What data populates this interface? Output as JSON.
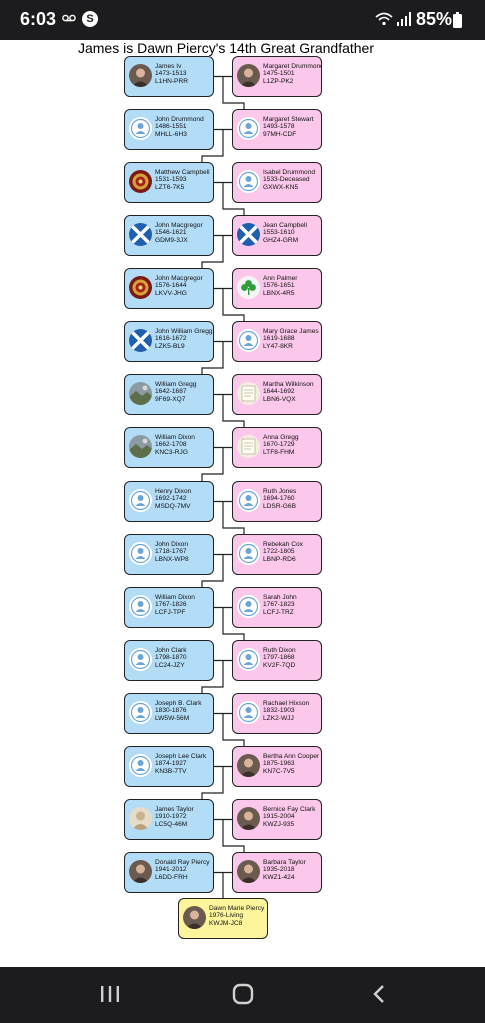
{
  "status_bar": {
    "time": "6:03",
    "battery": "85%",
    "icons": [
      "voicemail-icon",
      "app-s-icon",
      "wifi-icon",
      "signal-icon",
      "battery-icon"
    ]
  },
  "title": "James is Dawn Piercy's 14th Great Grandfather",
  "colors": {
    "male": "#b3dcf7",
    "female": "#fbc7ea",
    "self": "#fdf59b"
  },
  "generations": [
    {
      "male": {
        "name": "James Iv",
        "dates": "1473-1513",
        "id": "L1HN-PRR",
        "photo": "portrait"
      },
      "female": {
        "name": "Margaret Drummond",
        "dates": "1475-1501",
        "id": "L1ZP-PK2",
        "photo": "portrait"
      }
    },
    {
      "male": {
        "name": "John Drummond",
        "dates": "1486-1551",
        "id": "MHLL-6H3",
        "photo": "placeholder"
      },
      "female": {
        "name": "Margaret Stewart",
        "dates": "1493-1578",
        "id": "97MH-CDF",
        "photo": "placeholder"
      }
    },
    {
      "male": {
        "name": "Matthew Campbell",
        "dates": "1531-1593",
        "id": "LZT6-7K5",
        "photo": "crest"
      },
      "female": {
        "name": "Isabel Drummond",
        "dates": "1533-Deceased",
        "id": "GXWX-KN5",
        "photo": "placeholder"
      }
    },
    {
      "male": {
        "name": "John Macgregor",
        "dates": "1546-1621",
        "id": "GDM9-3JX",
        "photo": "saltire"
      },
      "female": {
        "name": "Jean Campbell",
        "dates": "1553-1610",
        "id": "GHZ4-GRM",
        "photo": "saltire"
      }
    },
    {
      "male": {
        "name": "John Macgregor",
        "dates": "1576-1644",
        "id": "LKVV-JHG",
        "photo": "crest"
      },
      "female": {
        "name": "Ann Palmer",
        "dates": "1576-1651",
        "id": "LBNX-4R5",
        "photo": "shamrock"
      }
    },
    {
      "male": {
        "name": "John William Gregg",
        "dates": "1616-1672",
        "id": "LZK5-BL9",
        "photo": "saltire"
      },
      "female": {
        "name": "Mary Grace James",
        "dates": "1619-1688",
        "id": "LY47-8KR",
        "photo": "placeholder"
      }
    },
    {
      "male": {
        "name": "William Gregg",
        "dates": "1642-1687",
        "id": "9F69-XQ7",
        "photo": "landscape"
      },
      "female": {
        "name": "Martha Wilkinson",
        "dates": "1644-1692",
        "id": "LBN6-VQX",
        "photo": "document"
      }
    },
    {
      "male": {
        "name": "William Dixon",
        "dates": "1662-1708",
        "id": "KNC3-RJG",
        "photo": "landscape"
      },
      "female": {
        "name": "Anna Gregg",
        "dates": "1670-1729",
        "id": "LTF8-FHM",
        "photo": "document"
      }
    },
    {
      "male": {
        "name": "Henry Dixon",
        "dates": "1692-1742",
        "id": "MSDQ-7MV",
        "photo": "placeholder"
      },
      "female": {
        "name": "Ruth Jones",
        "dates": "1694-1760",
        "id": "LDSR-G6B",
        "photo": "placeholder"
      }
    },
    {
      "male": {
        "name": "John Dixon",
        "dates": "1718-1767",
        "id": "LBNX-WP8",
        "photo": "placeholder"
      },
      "female": {
        "name": "Rebekah Cox",
        "dates": "1722-1805",
        "id": "LBNP-RD6",
        "photo": "placeholder"
      }
    },
    {
      "male": {
        "name": "William Dixon",
        "dates": "1767-1826",
        "id": "LCFJ-TPF",
        "photo": "placeholder"
      },
      "female": {
        "name": "Sarah John",
        "dates": "1767-1823",
        "id": "LCFJ-TRZ",
        "photo": "placeholder"
      }
    },
    {
      "male": {
        "name": "John Clark",
        "dates": "1798-1870",
        "id": "LC24-JZY",
        "photo": "placeholder"
      },
      "female": {
        "name": "Ruth Dixon",
        "dates": "1797-1868",
        "id": "KV2F-7QD",
        "photo": "placeholder"
      }
    },
    {
      "male": {
        "name": "Joseph B. Clark",
        "dates": "1830-1876",
        "id": "LW5W-56M",
        "photo": "placeholder"
      },
      "female": {
        "name": "Rachael Hixson",
        "dates": "1832-1903",
        "id": "LZK2-WJJ",
        "photo": "placeholder"
      }
    },
    {
      "male": {
        "name": "Joseph Lee Clark",
        "dates": "1874-1927",
        "id": "KN3B-7TV",
        "photo": "placeholder"
      },
      "female": {
        "name": "Bertha Ann Cooper",
        "dates": "1875-1963",
        "id": "KN7C-7V5",
        "photo": "portrait"
      }
    },
    {
      "male": {
        "name": "James Taylor",
        "dates": "1910-1972",
        "id": "LC5Q-46M",
        "photo": "portrait-light"
      },
      "female": {
        "name": "Bernice Fay Clark",
        "dates": "1915-2004",
        "id": "KWZJ-935",
        "photo": "portrait"
      }
    },
    {
      "male": {
        "name": "Donald Ray Piercy",
        "dates": "1941-2012",
        "id": "L6DD-FRH",
        "photo": "portrait"
      },
      "female": {
        "name": "Barbara Taylor",
        "dates": "1935-2018",
        "id": "KWZ1-424",
        "photo": "portrait"
      }
    }
  ],
  "descendant": {
    "name": "Dawn Marie Piercy",
    "dates": "1976-Living",
    "id": "KWJM-JC8",
    "photo": "portrait"
  },
  "nav_bar": {
    "buttons": [
      "recent-apps-button",
      "home-button",
      "back-button"
    ]
  }
}
